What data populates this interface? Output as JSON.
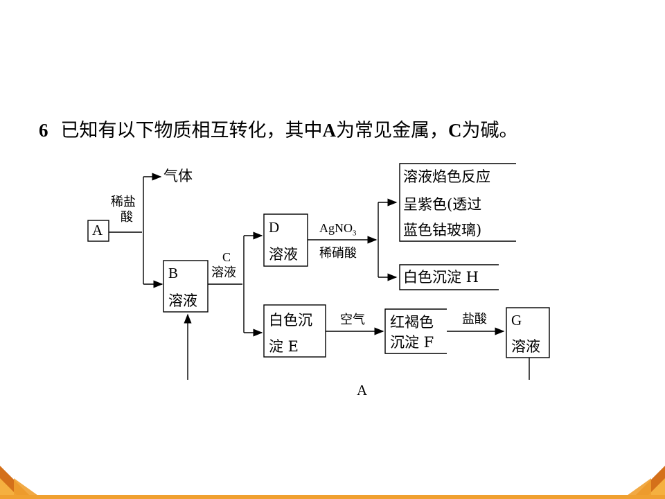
{
  "question": {
    "number": "6",
    "text_pre": "已知有以下物质相互转化，其中",
    "a_bold": "A",
    "text_mid": "为常见金属，",
    "c_bold": "C",
    "text_post": "为碱。"
  },
  "diagram": {
    "A_box": "A",
    "reagent_hcl_1": "稀盐",
    "reagent_hcl_2": "酸",
    "gas": "气体",
    "B_letter": "B",
    "B_sol": "溶液",
    "C_1": "C",
    "C_2": "溶液",
    "D_letter": "D",
    "D_sol": "溶液",
    "agno3": "AgNO",
    "agno3_sub": "3",
    "hno3": "稀硝酸",
    "flame_1": "溶液焰色反应",
    "flame_2": "呈紫色(透过",
    "flame_3": "蓝色钴玻璃)",
    "H_text": "白色沉淀 H",
    "E_1": "白色沉",
    "E_2": "淀 E",
    "air": "空气",
    "F_1": "红褐色",
    "F_2": "沉淀 F",
    "hcl_2": "盐酸",
    "G_letter": "G",
    "G_sol": "溶液",
    "bottom_A": "A"
  },
  "colors": {
    "accent": "#f0a030",
    "accent_dark": "#d4701a"
  }
}
